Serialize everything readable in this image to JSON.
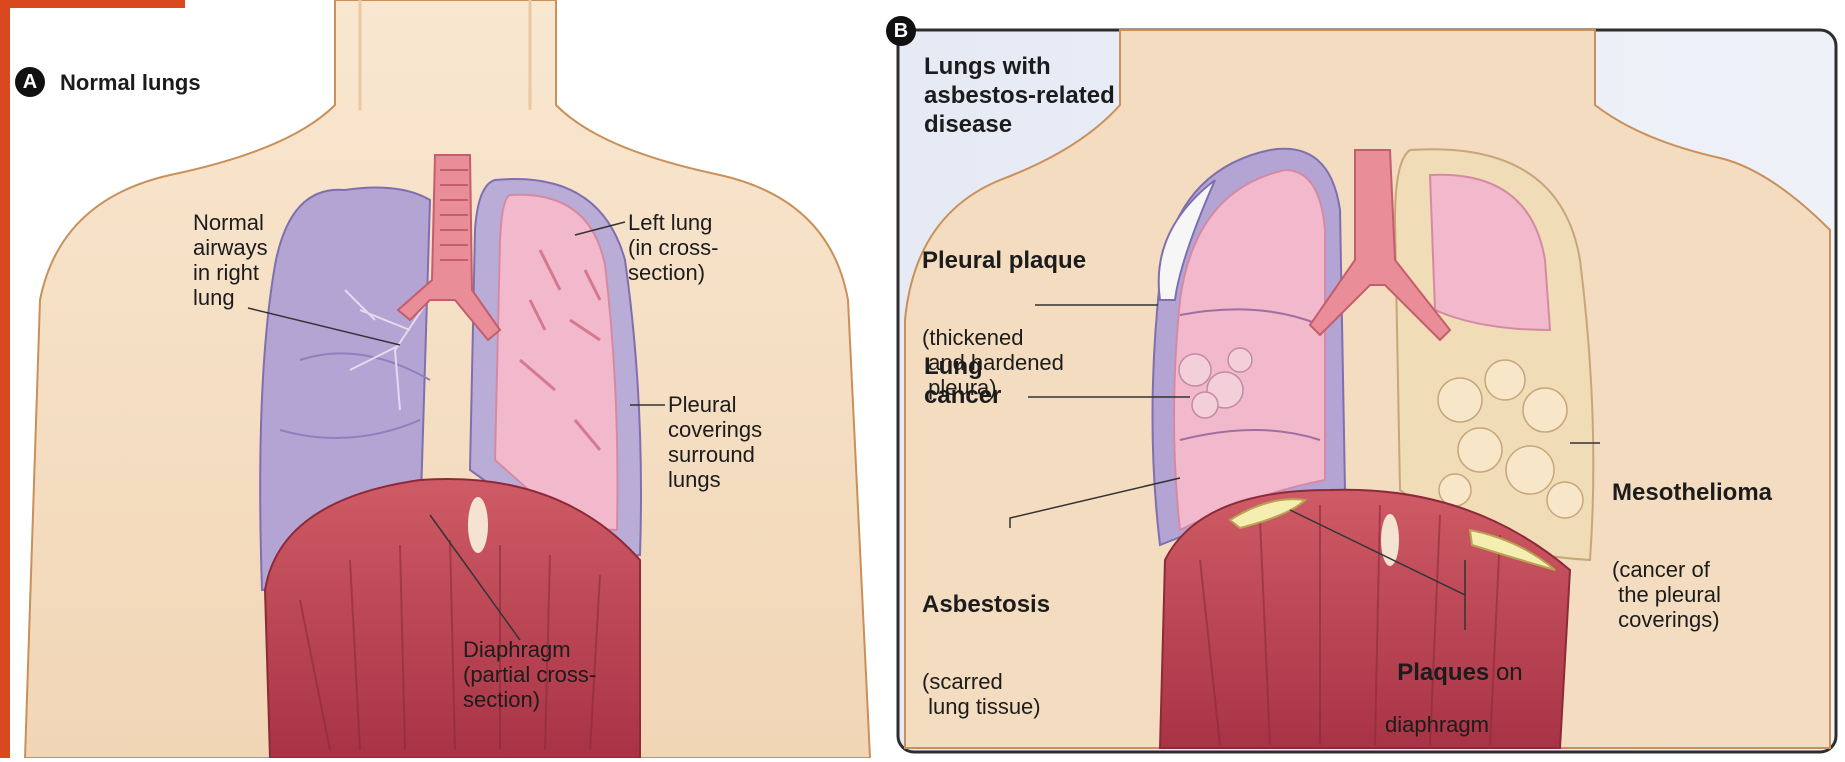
{
  "panel_a": {
    "badge": "A",
    "title": "Normal lungs",
    "labels": {
      "airways": "Normal\nairways\nin right\nlung",
      "left_lung": "Left lung\n(in cross-\nsection)",
      "pleural": "Pleural\ncoverings\nsurround\nlungs",
      "diaphragm": "Diaphragm\n(partial cross-\nsection)"
    }
  },
  "panel_b": {
    "badge": "B",
    "title": "Lungs with\nasbestos-related\ndisease",
    "labels": {
      "pleural_plaque_title": "Pleural plaque",
      "pleural_plaque_desc": "(thickened\n and hardened\n pleura)",
      "lung_cancer": "Lung\ncancer",
      "asbestosis_title": "Asbestosis",
      "asbestosis_desc": "(scarred\n lung tissue)",
      "mesothelioma_title": "Mesothelioma",
      "mesothelioma_desc": "(cancer of\n the pleural\n coverings)",
      "plaques_title": "Plaques",
      "plaques_rest": " on",
      "plaques_line2": "diaphragm"
    }
  },
  "colors": {
    "accent_orange": "#d9481f",
    "skin": "#f5dfc2",
    "skin_outline": "#c9905a",
    "lung_purple": "#b3a4d4",
    "lung_pink": "#f2b8cc",
    "muscle_red": "#c04452",
    "tumor_cream": "#f0dcb6"
  }
}
